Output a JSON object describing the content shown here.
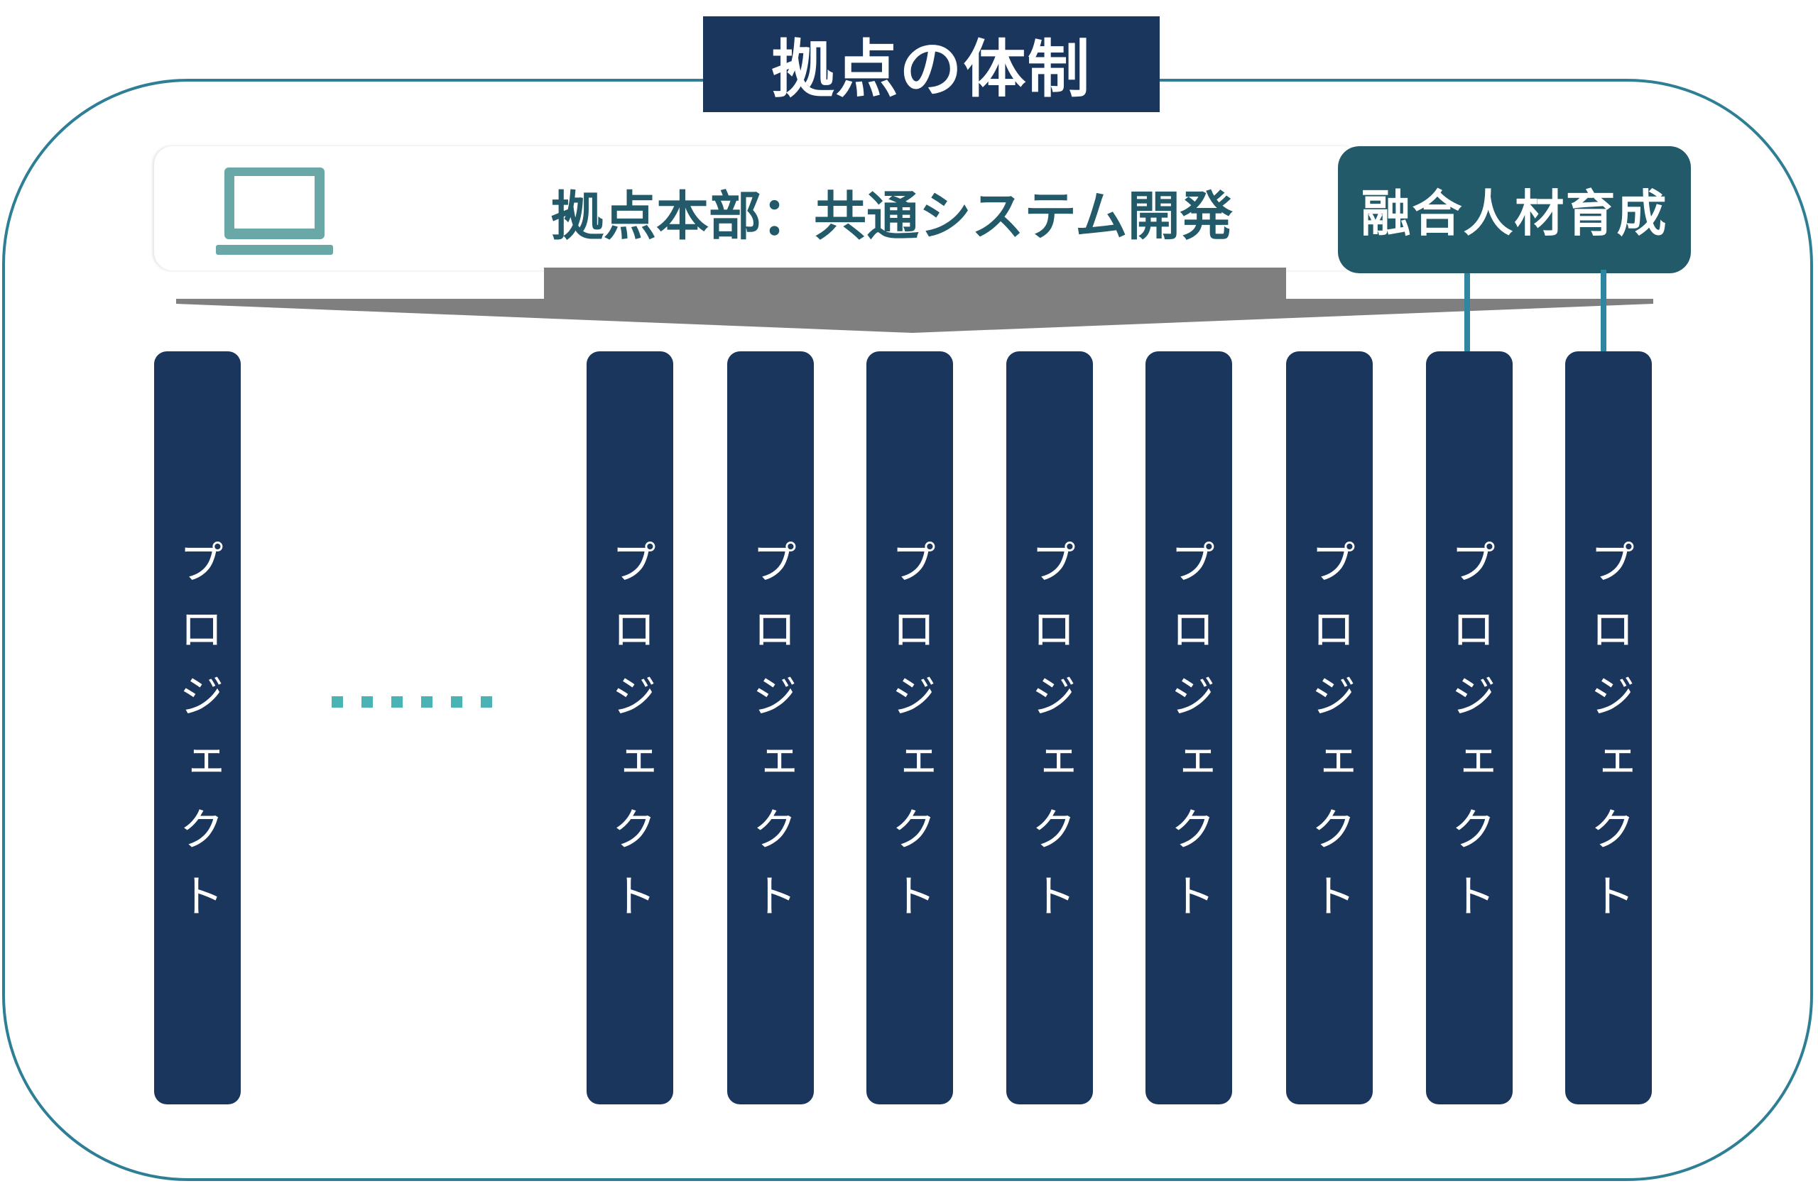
{
  "title": "拠点の体制",
  "headquarters": {
    "label": "拠点本部：共通システム開発",
    "icon": "laptop-icon"
  },
  "fusion_training": {
    "label": "融合人材育成"
  },
  "projects": [
    {
      "label": "プロジェクト"
    },
    {
      "label": "プロジェクト"
    },
    {
      "label": "プロジェクト"
    },
    {
      "label": "プロジェクト"
    },
    {
      "label": "プロジェクト"
    },
    {
      "label": "プロジェクト"
    },
    {
      "label": "プロジェクト"
    },
    {
      "label": "プロジェクト"
    },
    {
      "label": "プロジェクト"
    }
  ],
  "ellipsis": "dots",
  "colors": {
    "navy": "#1b365d",
    "teal_dark": "#225a69",
    "frame": "#2e7f96",
    "arrow": "#7f7f7f",
    "dots": "#4ab3b3",
    "laptop": "#6aa8a8"
  }
}
